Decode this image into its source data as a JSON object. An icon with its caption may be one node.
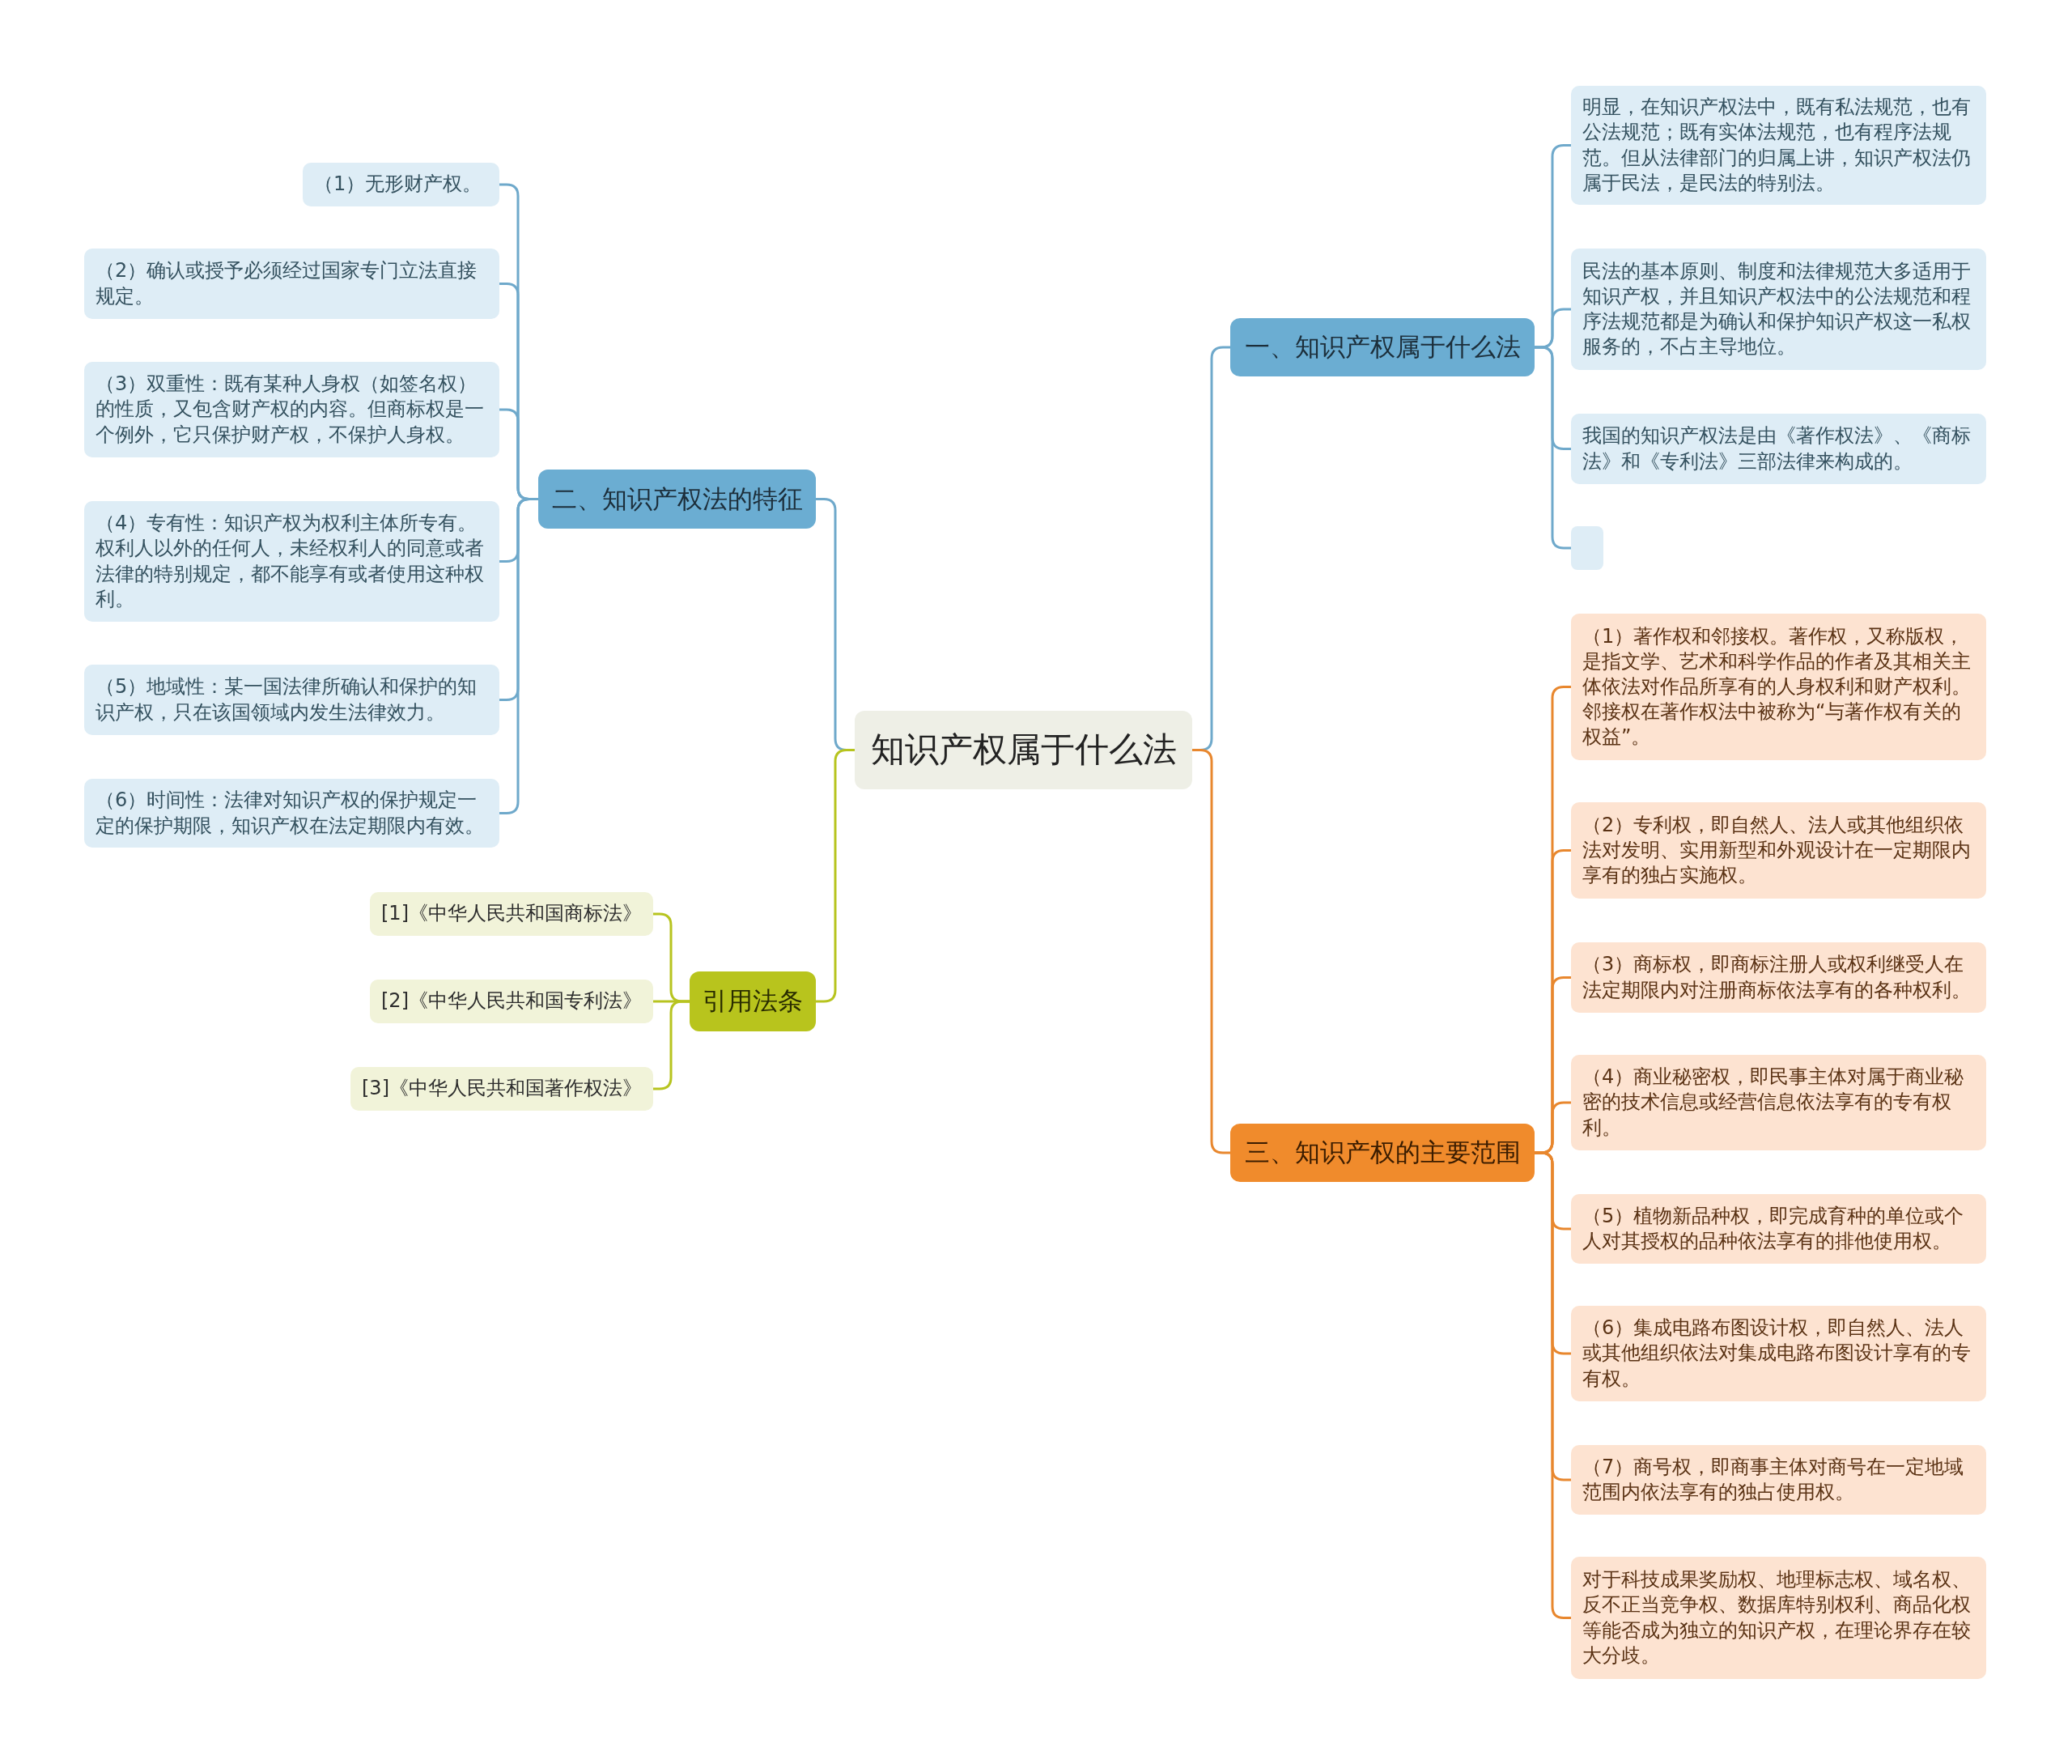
{
  "diagram": {
    "nodes": [
      {
        "text": [
          "知识产权属于什么法"
        ]
      },
      {
        "text": [
          "一、知识产权属于什么法"
        ]
      },
      {
        "text": [
          "明显，在知识产权法中，既有私法规范，也有公法规范；既有实体法规范，也有程序法规范。但从法律部门的归属上讲，知识产权法仍属于民法，是民法的特别法。"
        ]
      },
      {
        "text": [
          "民法的基本原则、制度和法律规范大多适用于知识产权，并且知识产权法中的公法规范和程序法规范都是为确认和保护知识产权这一私权服务的，不占主导地位。"
        ]
      },
      {
        "text": [
          "我国的知识产权法是由《著作权法》、《商标法》和《专利法》三部法律来构成的。"
        ]
      },
      {
        "text": [],
        "shape": "box"
      },
      {
        "text": [
          "二、知识产权法的特征"
        ]
      },
      {
        "text": [
          "（1）无形财产权。"
        ]
      },
      {
        "text": [
          "（2）确认或授予必须经过国家专门立法直接规定。"
        ]
      },
      {
        "text": [
          "（3）双重性：既有某种人身权（如签名权）的性质，又包含财产权的内容。但商标权是一个例外，它只保护财产权，不保护人身权。"
        ]
      },
      {
        "text": [
          "（4）专有性：知识产权为权利主体所专有。权利人以外的任何人，未经权利人的同意或者法律的特别规定，都不能享有或者使用这种权利。"
        ]
      },
      {
        "text": [
          "（5）地域性：某一国法律所确认和保护的知识产权，只在该国领域内发生法律效力。"
        ]
      },
      {
        "text": [
          "（6）时间性：法律对知识产权的保护规定一定的保护期限，知识产权在法定期限内有效。"
        ]
      },
      {
        "text": [
          "引用法条"
        ]
      },
      {
        "text": [
          "[1]《中华人民共和国商标法》"
        ]
      },
      {
        "text": [
          "[2]《中华人民共和国专利法》"
        ]
      },
      {
        "text": [
          "[3]《中华人民共和国著作权法》"
        ]
      },
      {
        "text": [
          "三、知识产权的主要范围"
        ]
      },
      {
        "text": [
          "（1）著作权和邻接权。著作权，又称版权，是指文学、艺术和科学作品的作者及其相关主体依法对作品所享有的人身权利和财产权利。邻接权在著作权法中被称为“与著作权有关的权益”。"
        ]
      },
      {
        "text": [
          "（2）专利权，即自然人、法人或其他组织依法对发明、实用新型和外观设计在一定期限内享有的独占实施权。"
        ]
      },
      {
        "text": [
          "（3）商标权，即商标注册人或权利继受人在法定期限内对注册商标依法享有的各种权利。"
        ]
      },
      {
        "text": [
          "（4）商业秘密权，即民事主体对属于商业秘密的技术信息或经营信息依法享有的专有权利。"
        ]
      },
      {
        "text": [
          "（5）植物新品种权，即完成育种的单位或个人对其授权的品种依法享有的排他使用权。"
        ]
      },
      {
        "text": [
          "（6）集成电路布图设计权，即自然人、法人或其他组织依法对集成电路布图设计享有的专有权。"
        ]
      },
      {
        "text": [
          "（7）商号权，即商事主体对商号在一定地域范围内依法享有的独占使用权。"
        ]
      },
      {
        "text": [
          "对于科技成果奖励权、地理标志权、域名权、反不正当竞争权、数据库特别权利、商品化权等能否成为独立的知识产权，在理论界存在较大分歧。"
        ]
      }
    ],
    "edges": [
      {
        "from": 0,
        "to": 1,
        "arrow": "none"
      },
      {
        "from": 1,
        "to": 2,
        "arrow": "none"
      },
      {
        "from": 1,
        "to": 3,
        "arrow": "none"
      },
      {
        "from": 1,
        "to": 4,
        "arrow": "none"
      },
      {
        "from": 1,
        "to": 5,
        "arrow": "none"
      },
      {
        "from": 0,
        "to": 6,
        "arrow": "none"
      },
      {
        "from": 6,
        "to": 7,
        "arrow": "none"
      },
      {
        "from": 6,
        "to": 8,
        "arrow": "none"
      },
      {
        "from": 6,
        "to": 9,
        "arrow": "none"
      },
      {
        "from": 6,
        "to": 10,
        "arrow": "none"
      },
      {
        "from": 6,
        "to": 11,
        "arrow": "none"
      },
      {
        "from": 6,
        "to": 12,
        "arrow": "none"
      },
      {
        "from": 0,
        "to": 13,
        "arrow": "none",
        "color": "#b7c41f"
      },
      {
        "from": 13,
        "to": 14,
        "arrow": "none",
        "color": "#b7c41f"
      },
      {
        "from": 13,
        "to": 15,
        "arrow": "none",
        "color": "#b7c41f"
      },
      {
        "from": 13,
        "to": 16,
        "arrow": "none",
        "color": "#b7c41f"
      },
      {
        "from": 0,
        "to": 17,
        "arrow": "none",
        "color": "#e8872e"
      },
      {
        "from": 17,
        "to": 18,
        "arrow": "none",
        "color": "#e8872e"
      },
      {
        "from": 17,
        "to": 19,
        "arrow": "none",
        "color": "#e8872e"
      },
      {
        "from": 17,
        "to": 20,
        "arrow": "none",
        "color": "#e8872e"
      },
      {
        "from": 17,
        "to": 21,
        "arrow": "none",
        "color": "#e8872e"
      },
      {
        "from": 17,
        "to": 22,
        "arrow": "none",
        "color": "#e8872e"
      },
      {
        "from": 17,
        "to": 23,
        "arrow": "none",
        "color": "#e8872e"
      },
      {
        "from": 17,
        "to": 24,
        "arrow": "none",
        "color": "#e8872e"
      },
      {
        "from": 17,
        "to": 25,
        "arrow": "none",
        "color": "#e8872e"
      }
    ]
  }
}
